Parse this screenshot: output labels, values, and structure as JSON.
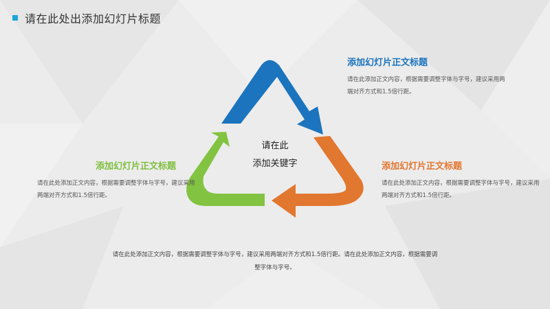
{
  "slide": {
    "title": "请在此处出添加幻灯片标题",
    "center": {
      "line1": "请在此",
      "line2": "添加关键字"
    },
    "blocks": [
      {
        "heading": "添加幻灯片正文标题",
        "body": "请在此添加正文内容，根据需要调整字体与字号，建议采用两端对齐方式和1.5倍行距。",
        "color": "#1b74bd"
      },
      {
        "heading": "添加幻灯片正文标题",
        "body": "请在此处添加正文内容，根据需要调整字体与字号，建议采用两端对齐方式和1.5倍行距。",
        "color": "#e2772f"
      },
      {
        "heading": "添加幻灯片正文标题",
        "body": "请在此处添加正文内容，根据需要调整字体与字号，建议采用两端对齐方式和1.5倍行距。",
        "color": "#7fbf3f"
      }
    ],
    "bottom_text": "请在此处添加正文内容，根据需要调整字体与字号，建议采用两端对齐方式和1.5倍行距。请在此处添加正文内容，根据需要调整字体与字号。",
    "colors": {
      "accent": "#1aa7d6",
      "blue": "#1b74bd",
      "orange": "#e2772f",
      "green": "#7fbf3f"
    }
  }
}
